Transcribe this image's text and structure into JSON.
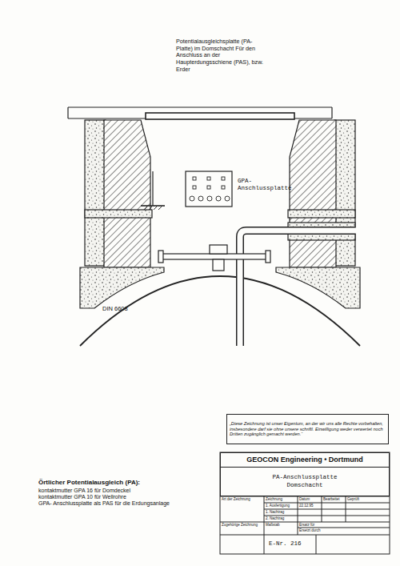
{
  "diagram": {
    "nodes": [
      {
        "text": [
          "„Diese Zeichnung ist unser Eigentum, an der wir uns alle Rechte vorbehalten, insbesondere darf sie ohne unsere schriftl. Einwilligung weder verwertet noch Dritten zugänglich gemacht werden.“"
        ]
      },
      {
        "text": [
          "GEOCON Engineering • Dortmund"
        ]
      },
      {
        "text": [
          "PA-Anschlussplatte Domschacht"
        ]
      }
    ],
    "labels": [
      "Potentialausgleichsplatte (PA-Platte) im Domschacht Für den Anschluss an der Haupterdungsschiene (PAS), bzw. Erder",
      "GPA- Anschlussplatte",
      "DIN 6608",
      "Örtlicher Potentialausgleich (PA):",
      "kontaktmutter GPA 16 für Domdeckel",
      "kontaktmutter GPA 10 für Wellrohre",
      "GPA- Anschlussplatte als PAS für die Erdungsanlage",
      "Art der Zeichnung",
      "Zeichnung",
      "Datum",
      "Bearbeitet",
      "Geprüft",
      "1. Ausfertigung",
      "22.12.95",
      "1. Nachtrag",
      "2. Nachtrag",
      "Zugehörige Zeichnung",
      "Maßstab",
      "Ersatz für",
      "Ersetzt durch",
      "E-Nr. 216"
    ]
  }
}
